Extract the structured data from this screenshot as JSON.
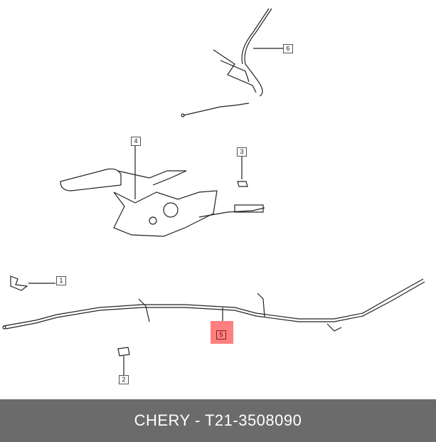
{
  "callouts": [
    "1",
    "2",
    "3",
    "4",
    "5",
    "6"
  ],
  "highlighted_callout": "5",
  "highlight_color": "#ff7f7f",
  "footer": {
    "title": "CHERY - T21-3508090"
  }
}
